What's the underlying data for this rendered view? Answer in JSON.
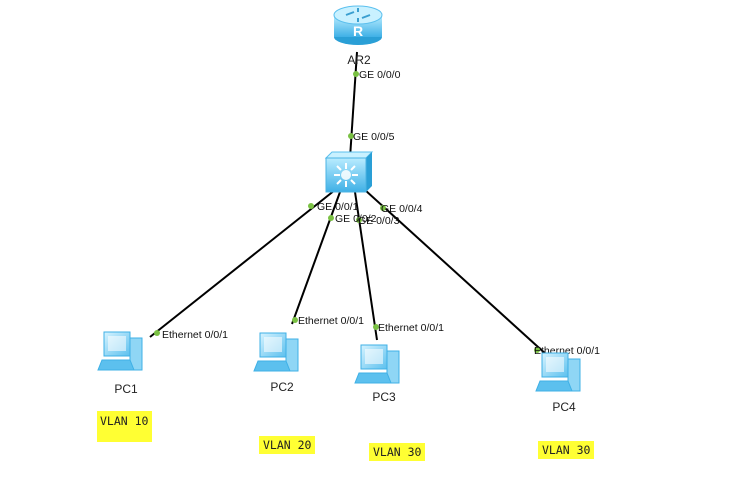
{
  "devices": {
    "router": {
      "label": "AR2",
      "icon": "router-icon"
    },
    "switch": {
      "label": "",
      "icon": "switch-icon"
    },
    "pcs": [
      {
        "label": "PC1",
        "icon": "pc-icon"
      },
      {
        "label": "PC2",
        "icon": "pc-icon"
      },
      {
        "label": "PC3",
        "icon": "pc-icon"
      },
      {
        "label": "PC4",
        "icon": "pc-icon"
      }
    ]
  },
  "ports": {
    "router_ge000": "GE 0/0/0",
    "switch_ge005": "GE 0/0/5",
    "switch_ge001": "GE 0/0/1",
    "switch_ge002": "GE 0/0/2",
    "switch_ge003": "GE 0/0/3",
    "switch_ge004": "GE 0/0/4",
    "pc1_eth": "Ethernet 0/0/1",
    "pc2_eth": "Ethernet 0/0/1",
    "pc3_eth": "Ethernet 0/0/1",
    "pc4_eth": "Ethernet 0/0/1"
  },
  "vlans": [
    "VLAN 10",
    "VLAN 20",
    "VLAN 30",
    "VLAN 30"
  ],
  "colors": {
    "link": "#000000",
    "port_dot": "#7ac143",
    "device_blue": "#5cc0ee",
    "vlan_highlight": "#ffff33"
  }
}
